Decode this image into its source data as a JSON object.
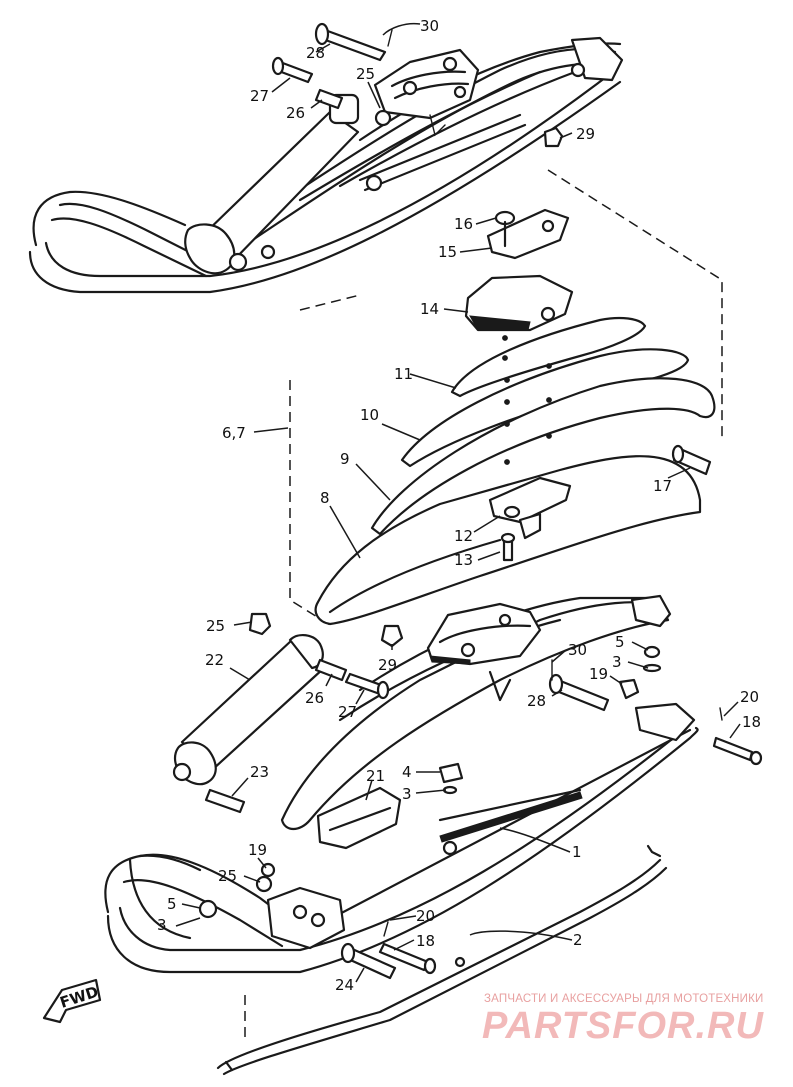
{
  "callouts": [
    {
      "id": "c30a",
      "label": "30"
    },
    {
      "id": "c28a",
      "label": "28"
    },
    {
      "id": "c27a",
      "label": "27"
    },
    {
      "id": "c25a",
      "label": "25"
    },
    {
      "id": "c26a",
      "label": "26"
    },
    {
      "id": "c29a",
      "label": "29"
    },
    {
      "id": "c16",
      "label": "16"
    },
    {
      "id": "c15",
      "label": "15"
    },
    {
      "id": "c14",
      "label": "14"
    },
    {
      "id": "c11",
      "label": "11"
    },
    {
      "id": "c67",
      "label": "6,7"
    },
    {
      "id": "c10",
      "label": "10"
    },
    {
      "id": "c9",
      "label": "9"
    },
    {
      "id": "c17",
      "label": "17"
    },
    {
      "id": "c8",
      "label": "8"
    },
    {
      "id": "c12",
      "label": "12"
    },
    {
      "id": "c13",
      "label": "13"
    },
    {
      "id": "c25b",
      "label": "25"
    },
    {
      "id": "c29b",
      "label": "29"
    },
    {
      "id": "c30b",
      "label": "30"
    },
    {
      "id": "c5a",
      "label": "5"
    },
    {
      "id": "c3a",
      "label": "3"
    },
    {
      "id": "c22",
      "label": "22"
    },
    {
      "id": "c26b",
      "label": "26"
    },
    {
      "id": "c27b",
      "label": "27"
    },
    {
      "id": "c19a",
      "label": "19"
    },
    {
      "id": "c28b",
      "label": "28"
    },
    {
      "id": "c20a",
      "label": "20"
    },
    {
      "id": "c18a",
      "label": "18"
    },
    {
      "id": "c23",
      "label": "23"
    },
    {
      "id": "c4",
      "label": "4"
    },
    {
      "id": "c21",
      "label": "21"
    },
    {
      "id": "c3b",
      "label": "3"
    },
    {
      "id": "c1",
      "label": "1"
    },
    {
      "id": "c19b",
      "label": "19"
    },
    {
      "id": "c25c",
      "label": "25"
    },
    {
      "id": "c5b",
      "label": "5"
    },
    {
      "id": "c3c",
      "label": "3"
    },
    {
      "id": "c20b",
      "label": "20"
    },
    {
      "id": "c18b",
      "label": "18"
    },
    {
      "id": "c2",
      "label": "2"
    },
    {
      "id": "c24",
      "label": "24"
    }
  ],
  "fwd_label": "FWD",
  "watermark": {
    "tagline": "ЗАПЧАСТИ И АКСЕССУАРЫ ДЛЯ МОТОТЕХНИКИ",
    "brand": "PARTSFOR.RU"
  }
}
